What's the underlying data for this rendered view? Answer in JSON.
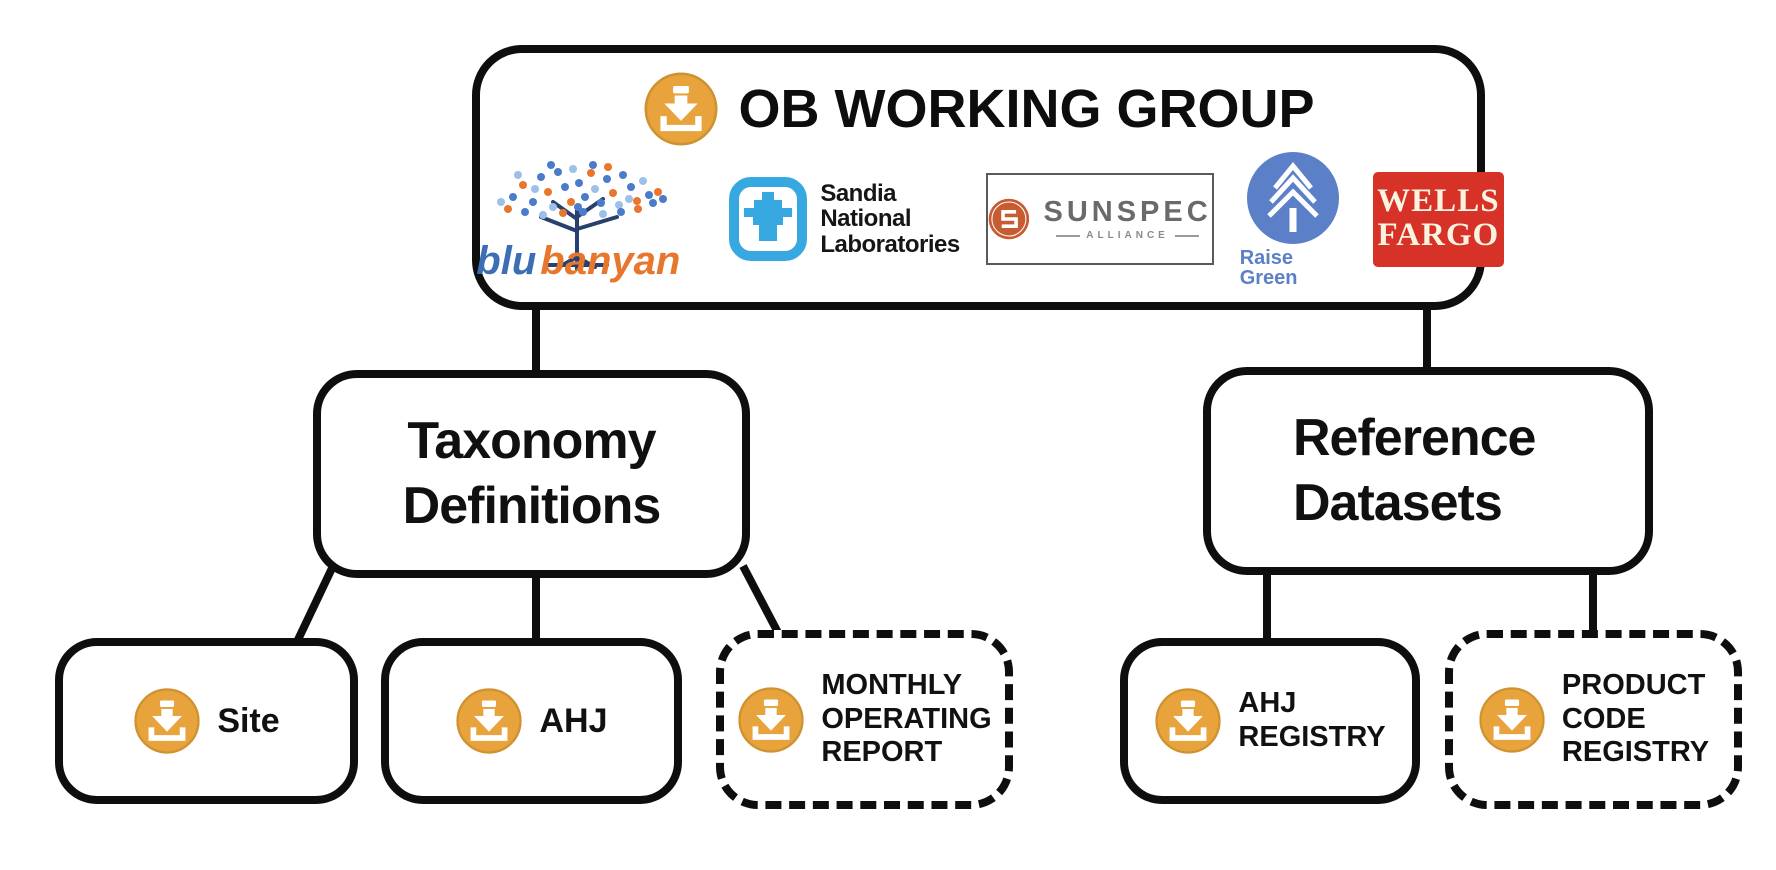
{
  "diagram": {
    "root": {
      "title": "OB WORKING GROUP"
    },
    "categories": {
      "taxonomy": {
        "line1": "Taxonomy",
        "line2": "Definitions"
      },
      "reference": {
        "line1": "Reference",
        "line2": "Datasets"
      }
    },
    "leaves": {
      "site": {
        "label": "Site"
      },
      "ahj": {
        "label": "AHJ"
      },
      "monthly_operating_report": {
        "line1": "MONTHLY",
        "line2": "OPERATING",
        "line3": "REPORT"
      },
      "ahj_registry": {
        "line1": "AHJ",
        "line2": "REGISTRY"
      },
      "product_code_registry": {
        "line1": "PRODUCT",
        "line2": "CODE",
        "line3": "REGISTRY"
      }
    },
    "logos": {
      "blu_banyan": {
        "word1": "blu",
        "word2": "banyan"
      },
      "sandia": {
        "line1": "Sandia",
        "line2": "National",
        "line3": "Laboratories"
      },
      "sunspec": {
        "name": "SUNSPEC",
        "subtitle": "ALLIANCE"
      },
      "raise_green": {
        "label": "Raise Green"
      },
      "wells_fargo": {
        "word1": "WELLS",
        "word2": "FARGO"
      }
    },
    "icons": {
      "download": "download-icon"
    },
    "colors": {
      "connector_black": "#0e0e0e",
      "download_icon_gold": "#E8A33C",
      "blu_blue": "#3C6EB5",
      "banyan_orange": "#E8772E",
      "sandia_blue": "#38A8E0",
      "sunspec_orange": "#C75C33",
      "raise_green_blue": "#5C80C8",
      "wells_fargo_red": "#D63228"
    }
  }
}
